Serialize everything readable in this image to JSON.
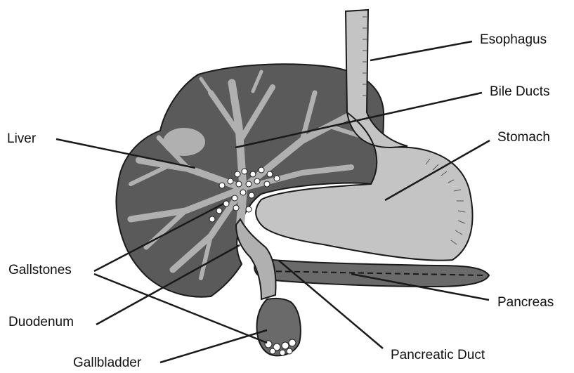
{
  "diagram": {
    "labels": {
      "esophagus": "Esophagus",
      "bile_ducts": "Bile Ducts",
      "stomach": "Stomach",
      "liver": "Liver",
      "gallstones": "Gallstones",
      "duodenum": "Duodenum",
      "gallbladder": "Gallbladder",
      "pancreas": "Pancreas",
      "pancreatic_duct": "Pancreatic Duct"
    },
    "colors": {
      "liver": "#5a5a5a",
      "ducts": "#b0b0b0",
      "stomach": "#c4c4c4",
      "pancreas": "#6a6a6a",
      "outline": "#1a1a1a",
      "stones": "#ffffff"
    }
  }
}
